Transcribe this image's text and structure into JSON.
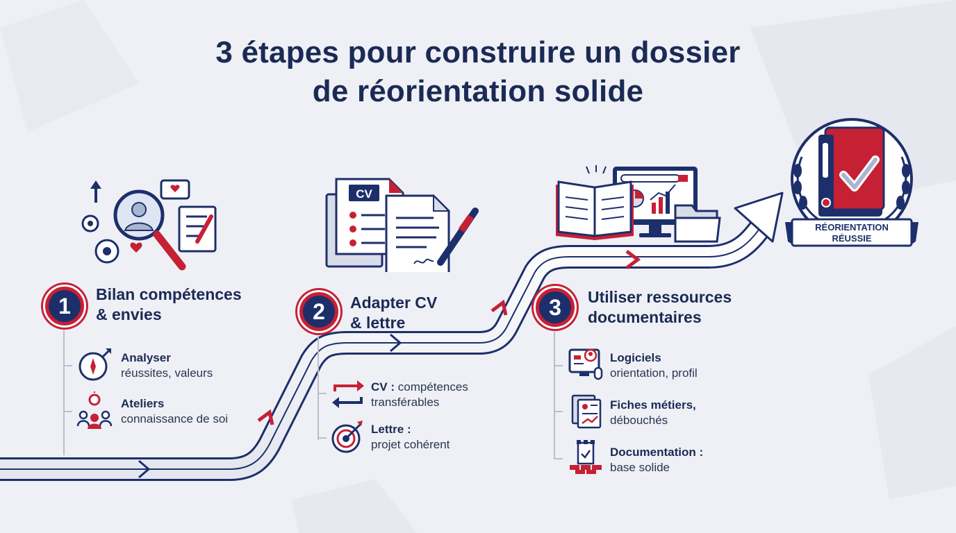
{
  "title": {
    "line1": "3 étapes pour construire un dossier",
    "line2": "de réorientation solide"
  },
  "colors": {
    "navy": "#1d2f6b",
    "red": "#c62035",
    "background": "#eef0f5",
    "connector": "#b9bfcc"
  },
  "badge": {
    "line1": "RÉORIENTATION",
    "line2": "RÉUSSIE",
    "icon": "binder-checkmark-icon"
  },
  "steps": [
    {
      "number": "1",
      "title_line1": "Bilan compétences",
      "title_line2": "& envies",
      "illustration": "self-assessment-magnifier-icon",
      "items": [
        {
          "title": "Analyser",
          "desc": "réussites, valeurs",
          "icon": "compass-icon"
        },
        {
          "title": "Ateliers",
          "desc": "connaissance de soi",
          "icon": "group-lightbulb-icon"
        }
      ]
    },
    {
      "number": "2",
      "title_line1": "Adapter CV",
      "title_line2": "& lettre",
      "illustration": "cv-documents-pen-icon",
      "cv_label": "CV",
      "items": [
        {
          "title": "CV :",
          "desc_inline": "compétences",
          "desc": "transférables",
          "icon": "transfer-arrows-icon"
        },
        {
          "title": "Lettre :",
          "desc": "projet cohérent",
          "icon": "target-icon"
        }
      ]
    },
    {
      "number": "3",
      "title_line1": "Utiliser ressources",
      "title_line2": "documentaires",
      "illustration": "book-computer-folder-icon",
      "items": [
        {
          "title": "Logiciels",
          "desc": "orientation, profil",
          "icon": "software-screen-icon"
        },
        {
          "title": "Fiches métiers,",
          "desc": "débouchés",
          "icon": "job-sheets-icon"
        },
        {
          "title": "Documentation :",
          "desc": "base solide",
          "icon": "tower-foundation-icon"
        }
      ]
    }
  ]
}
